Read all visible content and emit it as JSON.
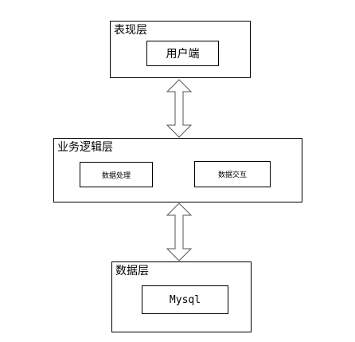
{
  "presentation_layer": {
    "title": "表现层",
    "node": "用户端"
  },
  "business_layer": {
    "title": "业务逻辑层",
    "nodes": [
      "数据处理",
      "数据交互"
    ]
  },
  "data_layer": {
    "title": "数据层",
    "node": "Mysql"
  }
}
